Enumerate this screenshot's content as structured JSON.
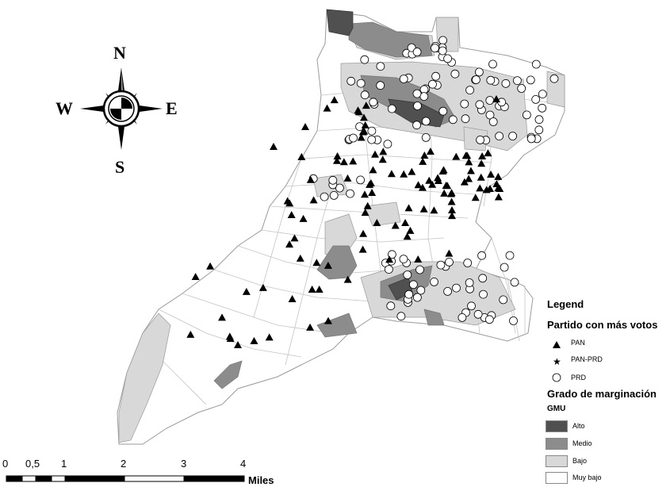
{
  "compass": {
    "north": "N",
    "south": "S",
    "east": "E",
    "west": "W"
  },
  "legend": {
    "title": "Legend",
    "party_title": "Partido con más votos",
    "parties": [
      {
        "symbol": "triangle-icon",
        "label": "PAN"
      },
      {
        "symbol": "star-icon",
        "label": "PAN-PRD"
      },
      {
        "symbol": "circle-icon",
        "label": "PRD"
      }
    ],
    "marg_title": "Grado de marginación",
    "marg_subtitle": "GMU",
    "classes": [
      {
        "label": "Alto",
        "color": "#505050"
      },
      {
        "label": "Medio",
        "color": "#8c8c8c"
      },
      {
        "label": "Bajo",
        "color": "#d8d8d8"
      },
      {
        "label": "Muy bajo",
        "color": "#ffffff"
      }
    ]
  },
  "scale_bar": {
    "labels": [
      "0",
      "0,5",
      "1",
      "2",
      "3",
      "4"
    ],
    "unit": "Miles"
  }
}
